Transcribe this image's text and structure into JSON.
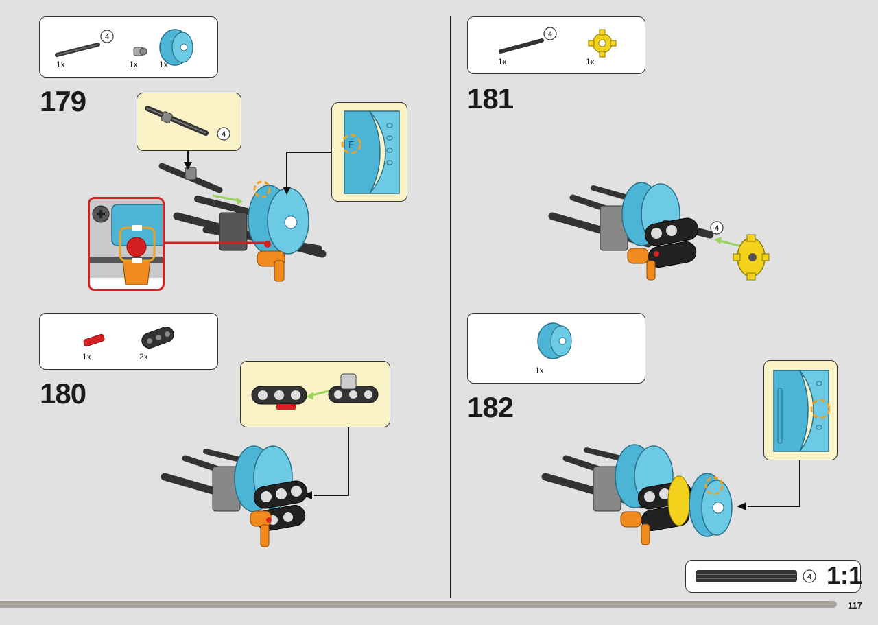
{
  "steps": {
    "s179": {
      "number": "179",
      "parts": [
        {
          "qty": "1x",
          "name": "axle-4"
        },
        {
          "qty": "1x",
          "name": "bush"
        },
        {
          "qty": "1x",
          "name": "blue-rim"
        }
      ],
      "axle_len": "4",
      "callout_len": "4"
    },
    "s180": {
      "number": "180",
      "parts": [
        {
          "qty": "1x",
          "name": "red-connector"
        },
        {
          "qty": "2x",
          "name": "black-beam"
        }
      ]
    },
    "s181": {
      "number": "181",
      "parts": [
        {
          "qty": "1x",
          "name": "axle-4"
        },
        {
          "qty": "1x",
          "name": "yellow-gear"
        }
      ],
      "axle_len": "4",
      "insert_len": "4"
    },
    "s182": {
      "number": "182",
      "parts": [
        {
          "qty": "1x",
          "name": "blue-rim"
        }
      ]
    }
  },
  "scale": {
    "axle_len": "4",
    "ratio": "1:1"
  },
  "page_number": "117",
  "colors": {
    "rim": "#4cb4d4",
    "gear": "#f2d21c",
    "orange": "#f08a1c",
    "red": "#d42020",
    "callout_bg": "#fbf3c8",
    "highlight": "#f0a020"
  }
}
